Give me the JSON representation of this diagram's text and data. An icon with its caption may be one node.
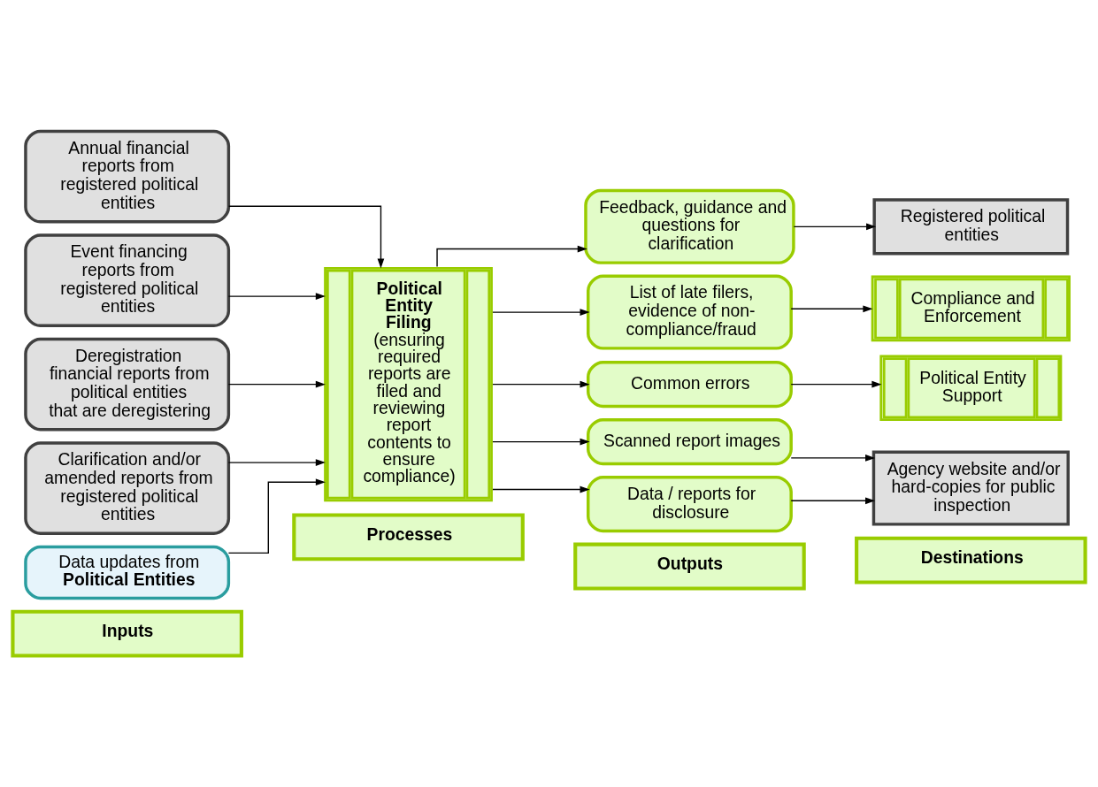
{
  "diagram": {
    "nodes": [
      {
        "text": [
          "Inputs"
        ]
      },
      {
        "text": [
          "Processes"
        ]
      },
      {
        "text": [
          "Outputs"
        ]
      },
      {
        "text": [
          "Destinations"
        ]
      },
      {
        "text": [
          "Annual financial reports from registered political entities"
        ]
      },
      {
        "text": [
          "Event financing reports from registered political entities"
        ]
      },
      {
        "text": [
          "Deregistration financial reports from political entities that are deregistering"
        ]
      },
      {
        "text": [
          "Clarification and/or amended reports from registered political entities"
        ]
      },
      {
        "text": [
          "Data updates from **Political Entities**"
        ]
      },
      {
        "text": [
          "Political Entity Filing",
          "(ensuring required reports are filed and reviewing report contents to ensure compliance)"
        ]
      },
      {
        "text": [
          "Feedback, guidance and questions for clarification"
        ]
      },
      {
        "text": [
          "List of late filers, evidence of non-compliance/fraud"
        ]
      },
      {
        "text": [
          "Common errors"
        ]
      },
      {
        "text": [
          "Scanned report images"
        ]
      },
      {
        "text": [
          "Data / reports for disclosure"
        ]
      },
      {
        "text": [
          "Registered political entities"
        ]
      },
      {
        "text": [
          "Compliance and Enforcement"
        ]
      },
      {
        "text": [
          "Political Entity Support"
        ]
      },
      {
        "text": [
          "Agency website and/or hard-copies for public inspection"
        ]
      }
    ],
    "edges": [
      {
        "from": 4,
        "to": 9,
        "arrow": "to"
      },
      {
        "from": 5,
        "to": 9,
        "arrow": "to"
      },
      {
        "from": 6,
        "to": 9,
        "arrow": "to"
      },
      {
        "from": 7,
        "to": 9,
        "arrow": "to"
      },
      {
        "from": 8,
        "to": 9,
        "arrow": "to"
      },
      {
        "from": 9,
        "to": 10,
        "arrow": "to"
      },
      {
        "from": 9,
        "to": 11,
        "arrow": "to"
      },
      {
        "from": 9,
        "to": 12,
        "arrow": "to"
      },
      {
        "from": 9,
        "to": 13,
        "arrow": "to"
      },
      {
        "from": 9,
        "to": 14,
        "arrow": "to"
      },
      {
        "from": 10,
        "to": 15,
        "arrow": "to"
      },
      {
        "from": 11,
        "to": 16,
        "arrow": "to"
      },
      {
        "from": 12,
        "to": 17,
        "arrow": "to"
      },
      {
        "from": 13,
        "to": 18,
        "arrow": "to"
      },
      {
        "from": 14,
        "to": 18,
        "arrow": "to"
      }
    ]
  }
}
